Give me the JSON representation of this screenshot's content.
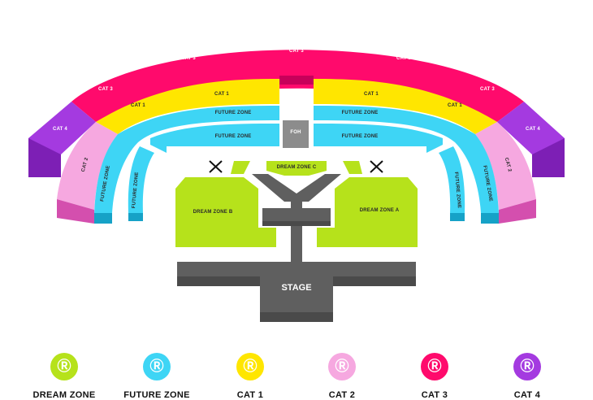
{
  "colors": {
    "cat1": "#ffe600",
    "cat2": "#f6a8e0",
    "cat3": "#ff0a6c",
    "cat4": "#a43ae0",
    "future_zone": "#3ed5f5",
    "dream_zone": "#b6e21b",
    "stage": "#5f5f5f",
    "foh": "#8c8c8c"
  },
  "labels": {
    "cat3_top": "CAT 3",
    "cat3_left": "CAT 3",
    "cat3_right": "CAT 3",
    "cat3_far_left": "CAT 3",
    "cat3_far_right": "CAT 3",
    "cat1_left": "CAT 1",
    "cat1_right": "CAT 1",
    "cat1_far_left": "CAT 1",
    "cat1_far_right": "CAT 1",
    "cat4_left": "CAT 4",
    "cat4_right": "CAT 4",
    "cat2_left": "CAT 2",
    "cat2_right": "CAT 2",
    "future_top_left": "FUTURE ZONE",
    "future_top_right": "FUTURE ZONE",
    "future_mid_left": "FUTURE ZONE",
    "future_mid_right": "FUTURE ZONE",
    "future_side_left_outer": "FUTURE ZONE",
    "future_side_left_inner": "FUTURE ZONE",
    "future_side_right_outer": "FUTURE ZONE",
    "future_side_right_inner": "FUTURE ZONE",
    "foh": "FOH",
    "dream_c": "DREAM ZONE C",
    "dream_b": "DREAM ZONE B",
    "dream_a": "DREAM ZONE A",
    "stage": "STAGE"
  },
  "legend": [
    {
      "label": "DREAM ZONE",
      "color": "#b6e21b",
      "icon": "logo-badge-icon"
    },
    {
      "label": "FUTURE ZONE",
      "color": "#3ed5f5",
      "icon": "logo-badge-icon"
    },
    {
      "label": "CAT 1",
      "color": "#ffe600",
      "icon": "logo-badge-icon"
    },
    {
      "label": "CAT 2",
      "color": "#f6a8e0",
      "icon": "logo-badge-icon"
    },
    {
      "label": "CAT 3",
      "color": "#ff0a6c",
      "icon": "logo-badge-icon"
    },
    {
      "label": "CAT 4",
      "color": "#a43ae0",
      "icon": "logo-badge-icon"
    }
  ]
}
